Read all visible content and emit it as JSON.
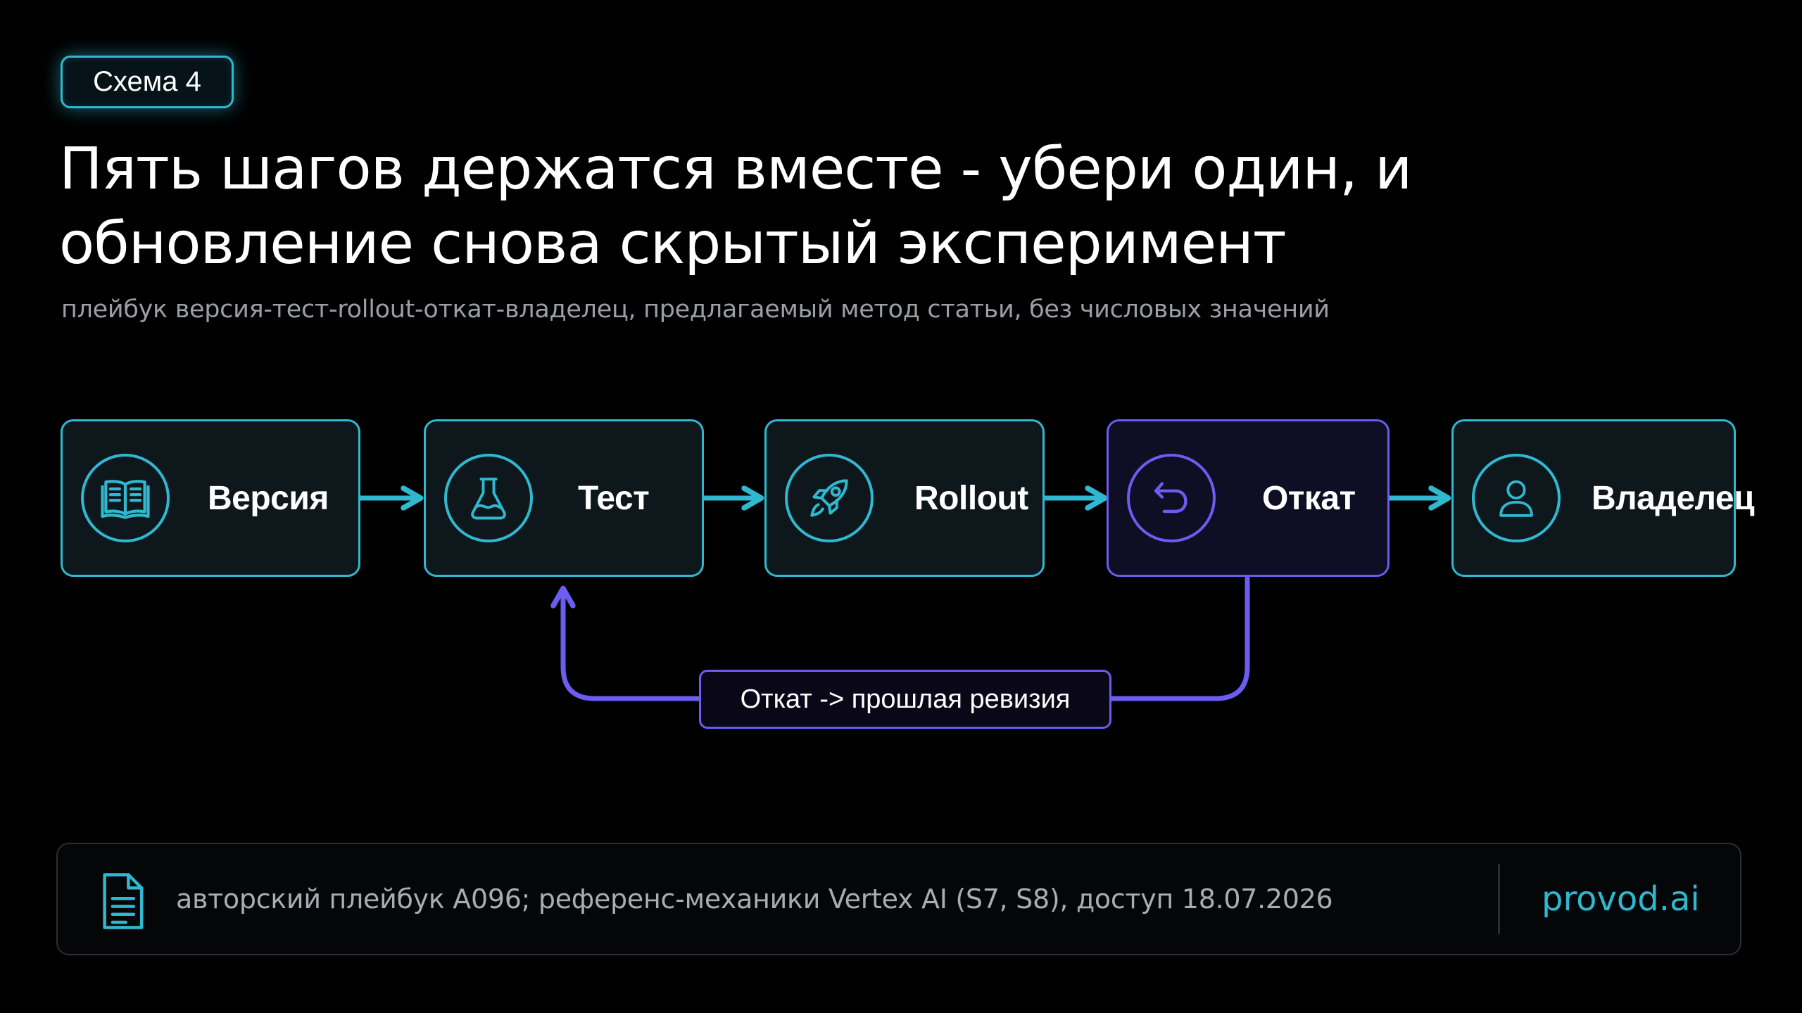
{
  "badge": "Схема 4",
  "title_line1": "Пять шагов держатся вместе - убери один, и",
  "title_line2": "обновление снова скрытый эксперимент",
  "subtitle": "плейбук версия-тест-rollout-откат-владелец, предлагаемый метод статьи, без числовых значений",
  "colors": {
    "accent": "#2fb8d0",
    "purple": "#6c5cf0",
    "background": "#000000"
  },
  "steps": [
    {
      "label": "Версия",
      "icon": "book-icon"
    },
    {
      "label": "Тест",
      "icon": "flask-icon"
    },
    {
      "label": "Rollout",
      "icon": "rocket-icon"
    },
    {
      "label": "Откат",
      "icon": "undo-icon"
    },
    {
      "label": "Владелец",
      "icon": "user-icon"
    }
  ],
  "loop_label": "Откат -> прошлая ревизия",
  "footer": {
    "source": "авторский плейбук A096; референс-механики Vertex AI (S7, S8), доступ 18.07.2026",
    "brand": "provod.ai",
    "icon": "document-icon"
  }
}
